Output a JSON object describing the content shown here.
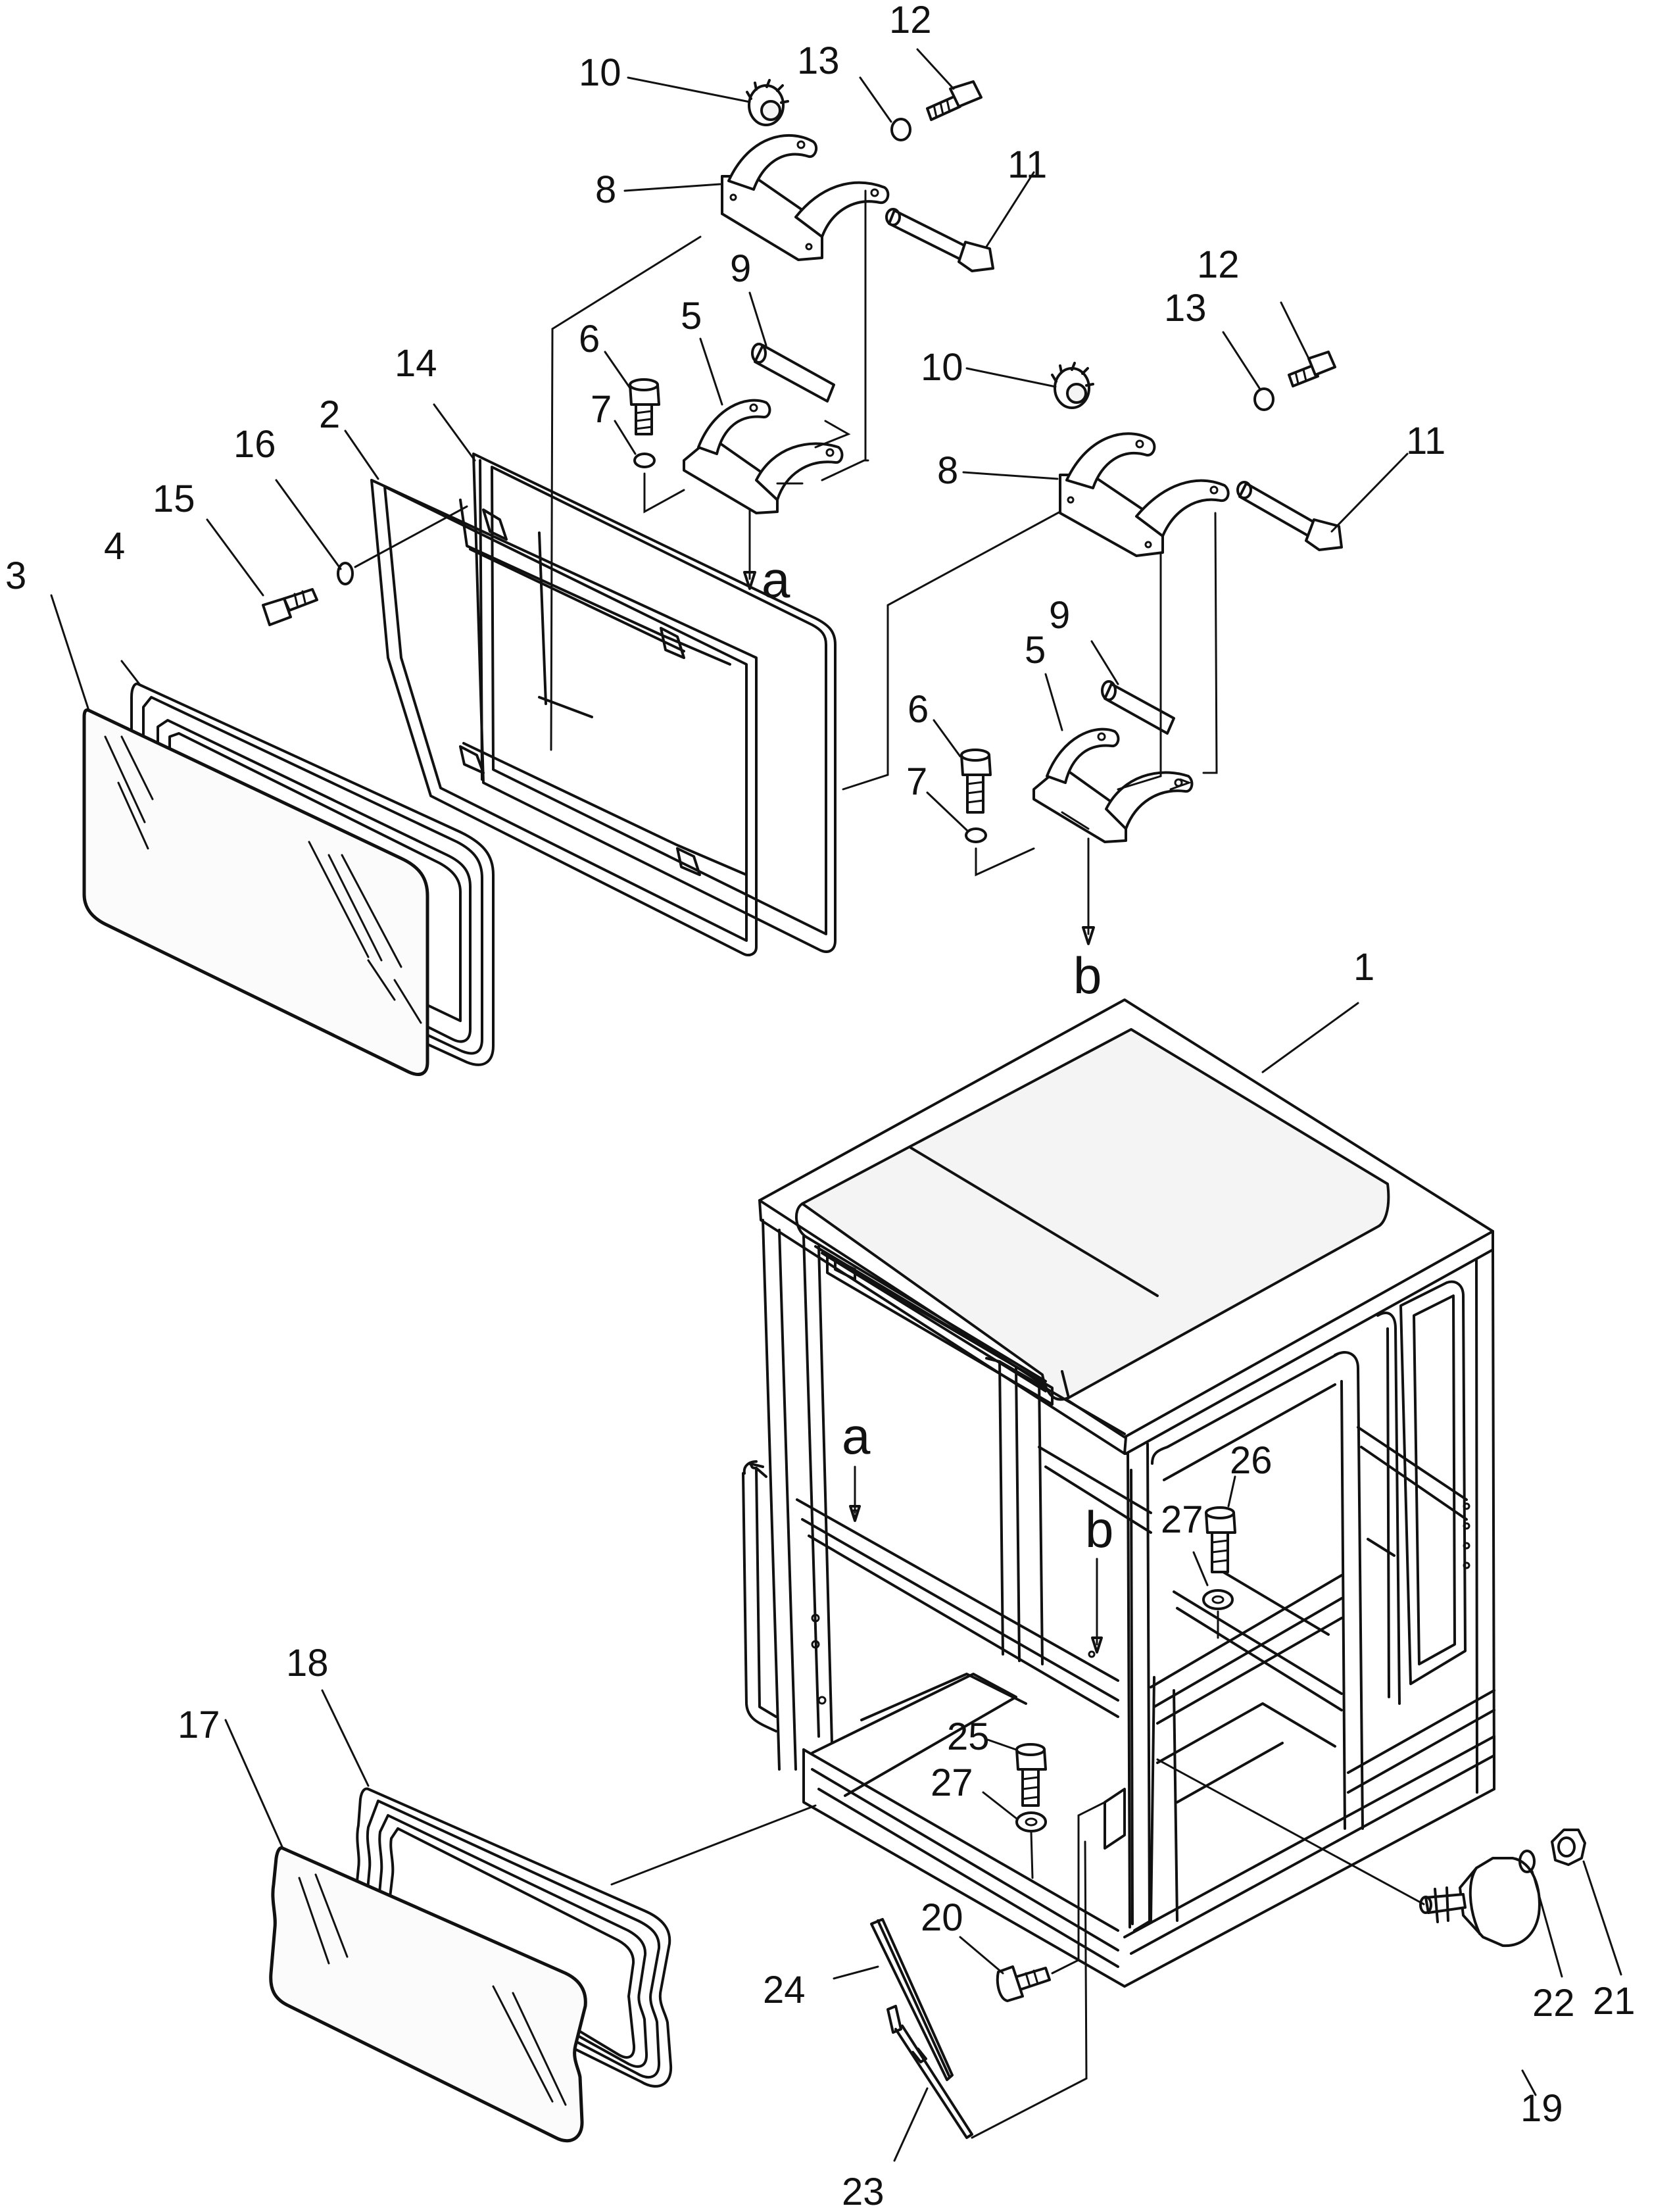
{
  "callouts": [
    {
      "id": "c1",
      "text": "1"
    },
    {
      "id": "c2",
      "text": "2"
    },
    {
      "id": "c3",
      "text": "3"
    },
    {
      "id": "c4",
      "text": "4"
    },
    {
      "id": "c5a",
      "text": "5"
    },
    {
      "id": "c5b",
      "text": "5"
    },
    {
      "id": "c6a",
      "text": "6"
    },
    {
      "id": "c6b",
      "text": "6"
    },
    {
      "id": "c7a",
      "text": "7"
    },
    {
      "id": "c7b",
      "text": "7"
    },
    {
      "id": "c8a",
      "text": "8"
    },
    {
      "id": "c8b",
      "text": "8"
    },
    {
      "id": "c9a",
      "text": "9"
    },
    {
      "id": "c9b",
      "text": "9"
    },
    {
      "id": "c10a",
      "text": "10"
    },
    {
      "id": "c10b",
      "text": "10"
    },
    {
      "id": "c11a",
      "text": "11"
    },
    {
      "id": "c11b",
      "text": "11"
    },
    {
      "id": "c12a",
      "text": "12"
    },
    {
      "id": "c12b",
      "text": "12"
    },
    {
      "id": "c13a",
      "text": "13"
    },
    {
      "id": "c13b",
      "text": "13"
    },
    {
      "id": "c14",
      "text": "14"
    },
    {
      "id": "c15",
      "text": "15"
    },
    {
      "id": "c16",
      "text": "16"
    },
    {
      "id": "c17",
      "text": "17"
    },
    {
      "id": "c18",
      "text": "18"
    },
    {
      "id": "c19",
      "text": "19"
    },
    {
      "id": "c20",
      "text": "20"
    },
    {
      "id": "c21",
      "text": "21"
    },
    {
      "id": "c22",
      "text": "22"
    },
    {
      "id": "c23",
      "text": "23"
    },
    {
      "id": "c24",
      "text": "24"
    },
    {
      "id": "c25",
      "text": "25"
    },
    {
      "id": "c26",
      "text": "26"
    },
    {
      "id": "c27a",
      "text": "27"
    },
    {
      "id": "c27b",
      "text": "27"
    }
  ],
  "refs": [
    {
      "id": "ra1",
      "text": "a"
    },
    {
      "id": "rb1",
      "text": "b"
    },
    {
      "id": "ra2",
      "text": "a"
    },
    {
      "id": "rb2",
      "text": "b"
    }
  ]
}
